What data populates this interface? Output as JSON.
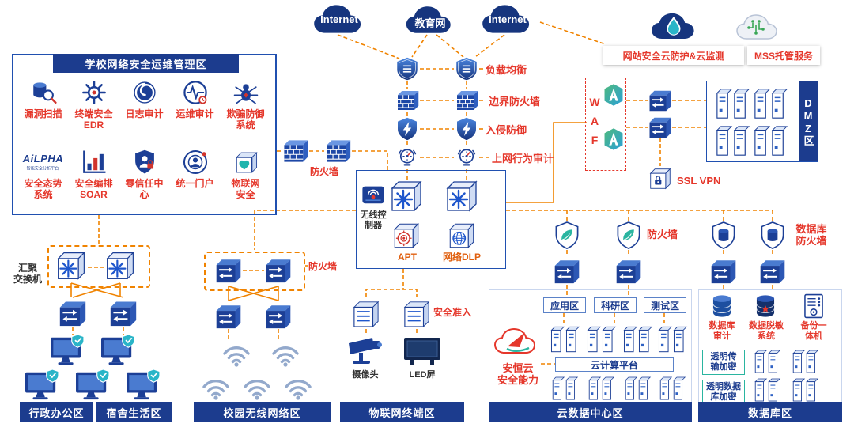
{
  "colors": {
    "navy": "#1c3c8e",
    "red": "#e5372b",
    "orange": "#f08300",
    "teal": "#2ab5a0"
  },
  "top": {
    "internet1": "Internet",
    "edu_net": "教育网",
    "internet2": "Internet",
    "web_cloud_protect": "网站安全云防护&云监测",
    "mss_service": "MSS托管服务"
  },
  "chain": {
    "load_balance": "负载均衡",
    "border_firewall": "边界防火墙",
    "intrusion_prevention": "入侵防御",
    "behavior_audit": "上网行为审计"
  },
  "mgmt": {
    "title": "学校网络安全运维管理区",
    "items": [
      {
        "label": "漏洞扫描"
      },
      {
        "label": "终端安全\nEDR"
      },
      {
        "label": "日志审计"
      },
      {
        "label": "运维审计"
      },
      {
        "label": "欺骗防御\n系统"
      },
      {
        "label": "安全态势\n系统",
        "logo": "AiLPHA",
        "logo_sub": "智能安全分析平台"
      },
      {
        "label": "安全编排\nSOAR"
      },
      {
        "label": "零信任中\n心"
      },
      {
        "label": "统一门户"
      },
      {
        "label": "物联网\n安全"
      }
    ]
  },
  "core": {
    "firewall": "防火墙",
    "wlc": "无线控\n制器",
    "apt": "APT",
    "dlp": "网络DLP"
  },
  "right": {
    "waf": "WAF",
    "dmz": "DMZ区",
    "ssl_vpn": "SSL VPN",
    "cloud_fw": "防火墙",
    "db_fw": "数据库\n防火墙"
  },
  "zone_admin": {
    "agg": "汇聚\n交换机",
    "bar1": "行政办公区",
    "bar2": "宿舍生活区"
  },
  "zone_wireless": {
    "fw": "防火墙",
    "bar": "校园无线网络区"
  },
  "zone_iot": {
    "access": "安全准入",
    "camera": "摄像头",
    "led": "LED屏",
    "bar": "物联网终端区"
  },
  "zone_cloud": {
    "areas": [
      {
        "label": "应用区"
      },
      {
        "label": "科研区"
      },
      {
        "label": "测试区"
      }
    ],
    "capability": "安恒云\n安全能力",
    "platform": "云计算平台",
    "bar": "云数据中心区"
  },
  "zone_db": {
    "db_audit": "数据库\n审计",
    "masking": "数据脱敏\n系统",
    "backup": "备份一\n体机",
    "enc1": "透明传\n输加密",
    "enc2": "透明数据\n库加密",
    "bar": "数据库区"
  }
}
